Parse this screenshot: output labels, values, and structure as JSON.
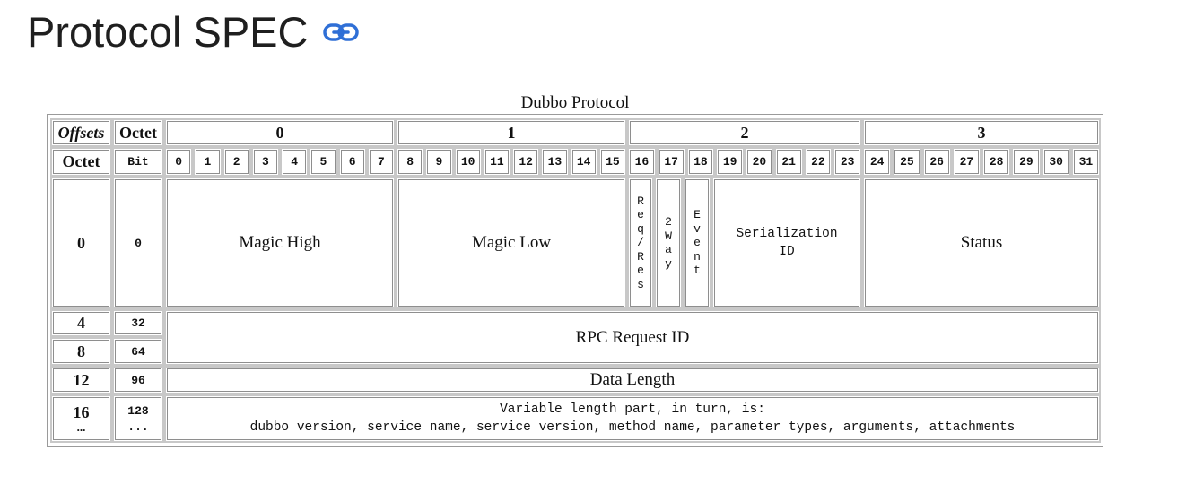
{
  "heading": {
    "title": "Protocol SPEC",
    "link_icon": "link-icon"
  },
  "table": {
    "caption": "Dubbo Protocol",
    "offsets_label": "Offsets",
    "octet_label": "Octet",
    "bit_label": "Bit",
    "octet_numbers": [
      "0",
      "1",
      "2",
      "3"
    ],
    "bits": [
      "0",
      "1",
      "2",
      "3",
      "4",
      "5",
      "6",
      "7",
      "8",
      "9",
      "10",
      "11",
      "12",
      "13",
      "14",
      "15",
      "16",
      "17",
      "18",
      "19",
      "20",
      "21",
      "22",
      "23",
      "24",
      "25",
      "26",
      "27",
      "28",
      "29",
      "30",
      "31"
    ],
    "rows": {
      "r0": {
        "octet": "0",
        "bit": "0"
      },
      "r4": {
        "octet": "4",
        "bit": "32"
      },
      "r8": {
        "octet": "8",
        "bit": "64"
      },
      "r12": {
        "octet": "12",
        "bit": "96"
      },
      "r16": {
        "octet": "16",
        "octet_more": "...",
        "bit": "128",
        "bit_more": "..."
      }
    },
    "fields": {
      "magic_high": "Magic High",
      "magic_low": "Magic Low",
      "req_res": "R\ne\nq\n/\nR\ne\ns",
      "two_way": "2\nW\na\ny",
      "event": "E\nv\ne\nn\nt",
      "serialization_id": "Serialization\nID",
      "status": "Status",
      "rpc_request_id": "RPC Request ID",
      "data_length": "Data Length",
      "variable_line1": "Variable length part, in turn, is:",
      "variable_line2": "dubbo version, service name, service version, method name, parameter types, arguments, attachments"
    }
  }
}
